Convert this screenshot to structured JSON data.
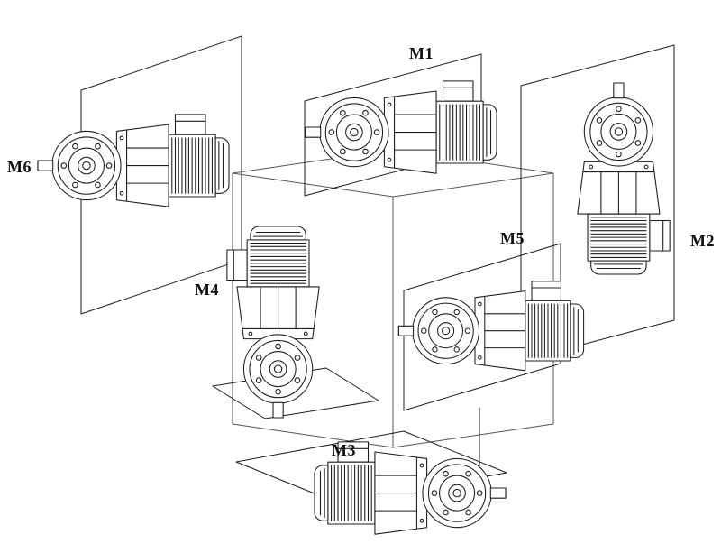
{
  "labels": {
    "m1": "M1",
    "m2": "M2",
    "m3": "M3",
    "m4": "M4",
    "m5": "M5",
    "m6": "M6"
  },
  "colors": {
    "background": "#ffffff",
    "line": "#1c1c1c",
    "cube_line": "#555555"
  }
}
